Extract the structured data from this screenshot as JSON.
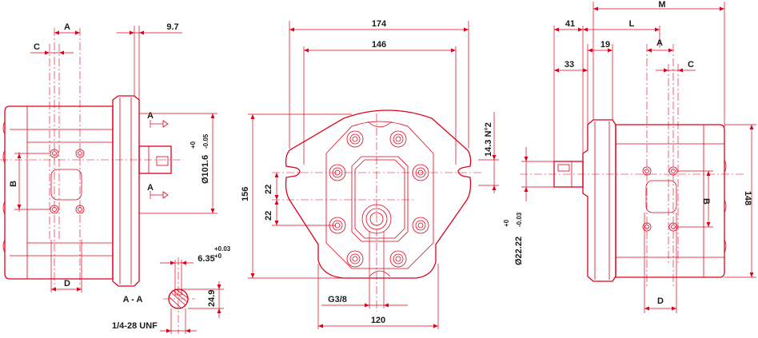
{
  "colors": {
    "line": "#e0001a",
    "text": "#1a1a1a",
    "background": "#ffffff"
  },
  "side_left": {
    "dim_a": "A",
    "dim_c": "C",
    "dim_9_7": "9.7",
    "section_a_top": "A",
    "section_a_bottom": "A",
    "dim_b": "B",
    "dim_d": "D",
    "pilot_diameter": "Ø101.6",
    "pilot_tol_upper": "+0",
    "pilot_tol_lower": "-0.05",
    "section_label": "A - A",
    "shaft_dim": "6.35",
    "shaft_tol_upper": "+0.03",
    "shaft_tol_lower": "+0",
    "shaft_height": "24.9",
    "thread": "1/4-28 UNF"
  },
  "front": {
    "width_total": "174",
    "width_bolts": "146",
    "height_total": "156",
    "offset_top": "22",
    "offset_bottom": "22",
    "port_offset": "14.3 N°2",
    "port_thread": "G3/8",
    "width_body": "120"
  },
  "side_right": {
    "dim_m": "M",
    "dim_41": "41",
    "dim_l": "L",
    "dim_19": "19",
    "dim_a": "A",
    "dim_33": "33",
    "dim_c": "C",
    "dim_b": "B",
    "dim_148": "148",
    "dim_d": "D",
    "shaft_diameter": "Ø22.22",
    "shaft_tol_upper": "+0",
    "shaft_tol_lower": "-0.03"
  }
}
